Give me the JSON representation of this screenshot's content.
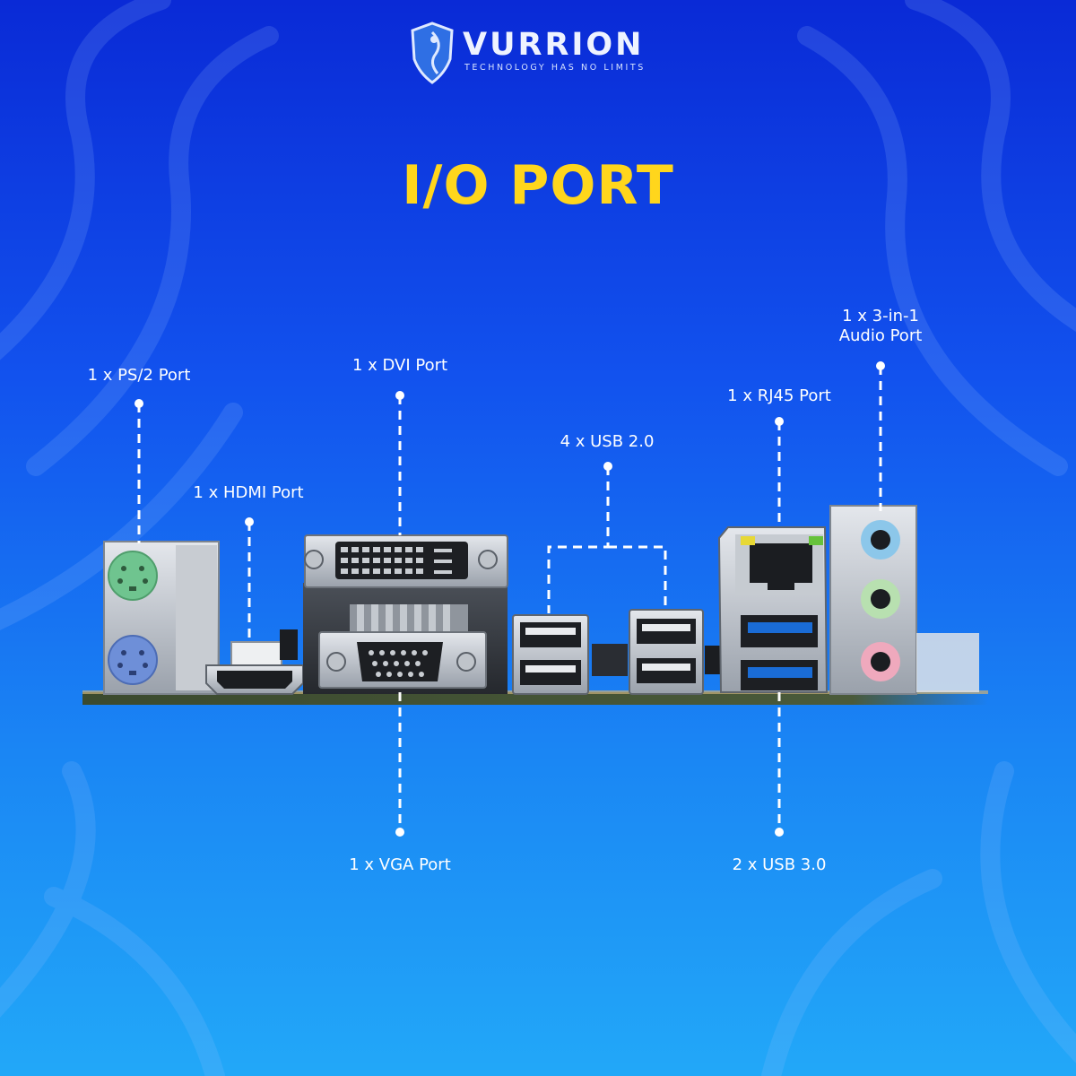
{
  "brand": {
    "name": "VURRION",
    "tagline": "TECHNOLOGY HAS NO LIMITS"
  },
  "headline": "I/O PORT",
  "callouts": {
    "ps2": "1 x PS/2 Port",
    "hdmi": "1 x HDMI Port",
    "dvi": "1 x DVI Port",
    "vga": "1 x VGA Port",
    "usb2": "4  x USB 2.0",
    "rj45": "1 x RJ45 Port",
    "usb3": "2 x USB 3.0",
    "audio_line1": "1 x 3-in-1",
    "audio_line2": "Audio Port"
  },
  "colors": {
    "headline": "#ffd61c",
    "ps2_keyboard": "#6fc48f",
    "ps2_mouse": "#6e8fd8",
    "usb3_blue": "#1a6cd6",
    "audio_blue": "#8cc7ea",
    "audio_green": "#b8e0b0",
    "audio_pink": "#efa9bd"
  }
}
